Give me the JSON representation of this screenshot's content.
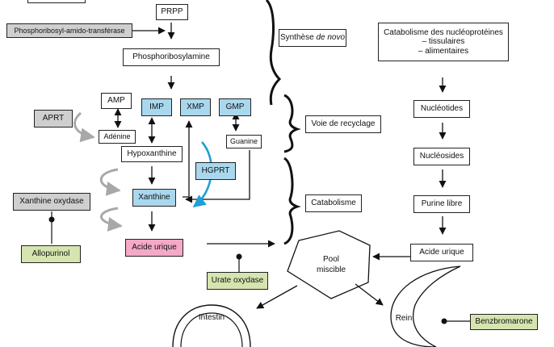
{
  "nodes": {
    "prpp": "PRPP",
    "amidotransferase": "Phosphoribosyl-amido-transférase",
    "phosphoribosylamine": "Phosphoribosylamine",
    "amp": "AMP",
    "imp": "IMP",
    "xmp": "XMP",
    "gmp": "GMP",
    "aprt": "APRT",
    "adenine": "Adénine",
    "guanine": "Guanine",
    "hypoxanthine": "Hypoxanthine",
    "hgprt": "HGPRT",
    "xanthine": "Xanthine",
    "xanthine_oxydase": "Xanthine oxydase",
    "allopurinol": "Allopurinol",
    "acide_urique_left": "Acide urique",
    "urate_oxydase": "Urate oxydase",
    "pool_line1": "Pool",
    "pool_line2": "miscible",
    "intestin": "Intestin",
    "rein": "Rein",
    "benzbromarone": "Benzbromarone",
    "catabolisme_np_line1": "Catabolisme des nucléoprotéines",
    "catabolisme_np_line2": "– tissulaires",
    "catabolisme_np_line3": "– alimentaires",
    "nucleotides": "Nucléotides",
    "nucleosides": "Nucléosides",
    "purine_libre": "Purine libre",
    "acide_urique_right": "Acide urique"
  },
  "sections": {
    "synthese_prefix": "Synthèse ",
    "synthese_italic": "de novo",
    "recyclage": "Voie de recyclage",
    "catabolisme": "Catabolisme"
  },
  "colors": {
    "enzyme_product_blue": "#a9d8ee",
    "enzyme_grey": "#cfcfcf",
    "inhibitor_green": "#d6e5b0",
    "uric_acid_pink": "#f4a9c6",
    "hgprt_arrow": "#1f9fd8",
    "grey_arrow": "#a8a8a8"
  }
}
